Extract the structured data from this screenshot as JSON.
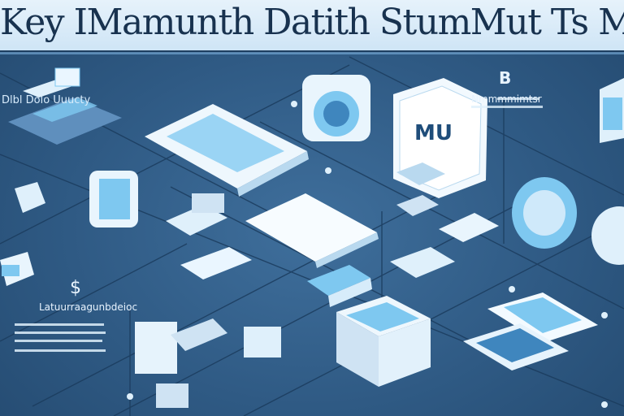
{
  "header": {
    "title": "Key IMamunth Datith StumMut Ts Mumuncs. U"
  },
  "labels": {
    "top_left": "Dlbl Dolo Uuucty",
    "b_marker": "B",
    "right_caption": "Nmmmmimtsr",
    "dollar_marker": "$",
    "bottom_left_caption": "Latuurraagunbdeioc"
  },
  "monitor_screen_text": "MU",
  "colors": {
    "background": "#2f5a84",
    "title_band": "#e6f2fb",
    "title_text": "#18324f",
    "device_light": "#dff0fb",
    "device_accent": "#7ec8f0",
    "connector": "#1b3c5e"
  },
  "icons": [
    "laptop-icon",
    "monitor-icon",
    "server-icon",
    "database-icon",
    "router-icon",
    "camera-icon",
    "cloud-icon",
    "document-icon"
  ]
}
